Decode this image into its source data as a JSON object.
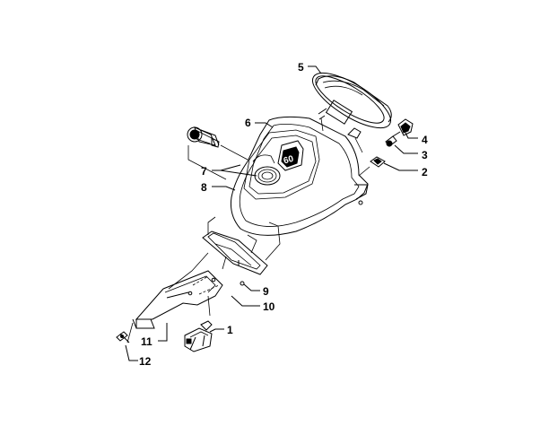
{
  "diagram": {
    "callouts": [
      {
        "id": "1",
        "text": "1"
      },
      {
        "id": "2",
        "text": "2"
      },
      {
        "id": "3",
        "text": "3"
      },
      {
        "id": "4",
        "text": "4"
      },
      {
        "id": "5",
        "text": "5"
      },
      {
        "id": "6",
        "text": "6"
      },
      {
        "id": "7",
        "text": "7"
      },
      {
        "id": "8",
        "text": "8"
      },
      {
        "id": "9",
        "text": "9"
      },
      {
        "id": "10",
        "text": "10"
      },
      {
        "id": "11",
        "text": "11"
      },
      {
        "id": "12",
        "text": "12"
      }
    ],
    "gauge_face_text": "60"
  }
}
